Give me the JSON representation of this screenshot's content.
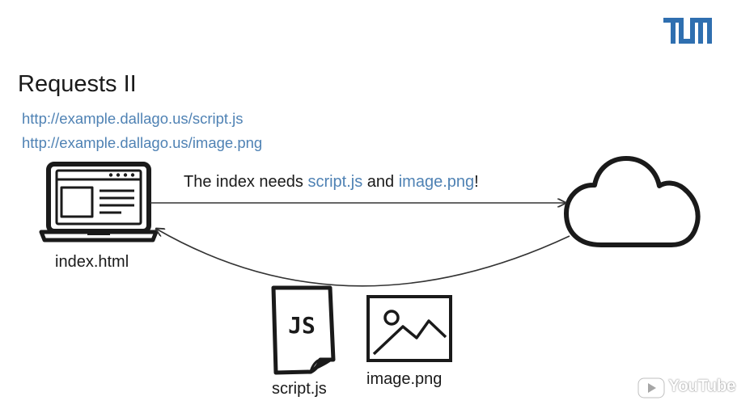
{
  "title": "Requests II",
  "urls": [
    "http://example.dallago.us/script.js",
    "http://example.dallago.us/image.png"
  ],
  "message": {
    "prefix": "The index needs ",
    "file1": "script.js",
    "middle": " and ",
    "file2": "image.png",
    "suffix": "!"
  },
  "labels": {
    "index": "index.html",
    "script": "script.js",
    "image": "image.png"
  },
  "js_icon_text": "JS",
  "logo_text": "TUM",
  "watermark": "YouTube",
  "colors": {
    "link_blue": "#4f82b4",
    "logo_blue": "#2f6fb0",
    "ink": "#1a1a1a"
  },
  "icons": [
    "laptop-icon",
    "cloud-icon",
    "js-file-icon",
    "image-file-icon",
    "tum-logo-icon",
    "youtube-logo-icon"
  ]
}
